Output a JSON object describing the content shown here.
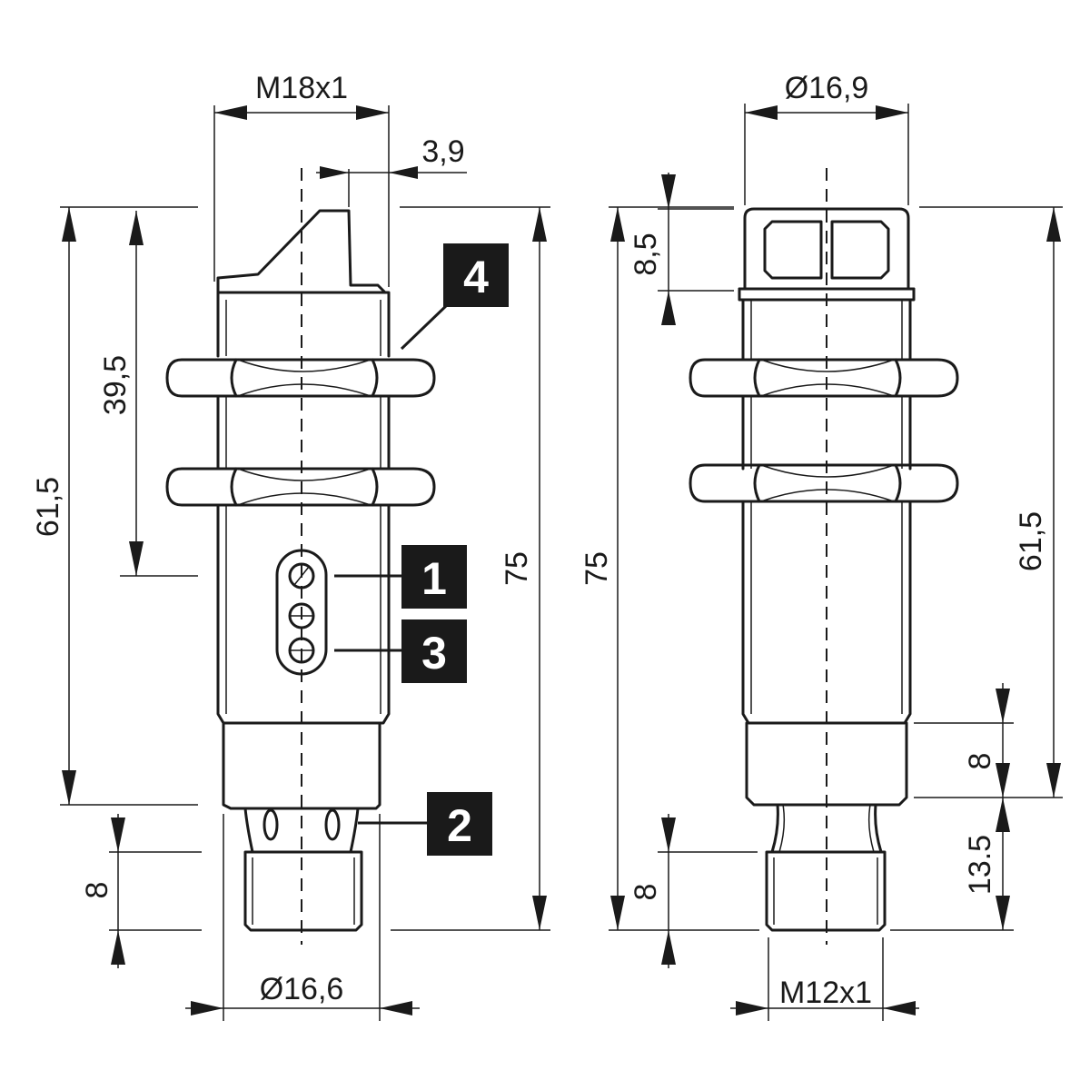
{
  "colors": {
    "line": "#1a1a1a",
    "background": "#ffffff",
    "callout_text": "#ffffff"
  },
  "dimensions": {
    "m18x1": "M18x1",
    "d39": "3,9",
    "d61_5_left": "61,5",
    "d39_5": "39,5",
    "d75_left": "75",
    "d8_left": "8",
    "d16_6": "Ø16,6",
    "d16_9": "Ø16,9",
    "d8_5": "8,5",
    "d75_right": "75",
    "d61_5_right": "61,5",
    "d8_right_upper": "8",
    "d13_5": "13.5",
    "d8_right_lower": "8",
    "m12x1": "M12x1"
  },
  "callouts": [
    "1",
    "2",
    "3",
    "4"
  ]
}
